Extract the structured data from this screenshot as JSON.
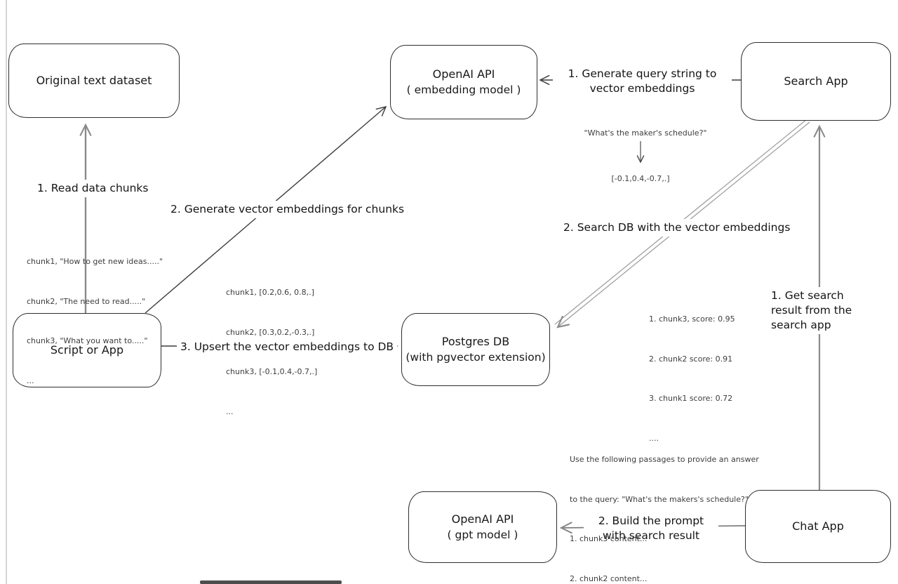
{
  "diagram": {
    "nodes": {
      "original_dataset": {
        "label": "Original text dataset"
      },
      "openai_embedding": {
        "title": "OpenAI API",
        "subtitle": "( embedding model )"
      },
      "search_app": {
        "label": "Search App"
      },
      "script_or_app": {
        "label": "Script or App"
      },
      "postgres_db": {
        "title": "Postgres DB",
        "subtitle": "(with pgvector extension)"
      },
      "openai_gpt": {
        "title": "OpenAI API",
        "subtitle": "( gpt model )"
      },
      "chat_app": {
        "label": "Chat App"
      }
    },
    "edges": {
      "read_chunks": {
        "label": "1. Read data chunks"
      },
      "generate_embeddings": {
        "label": "2. Generate vector embeddings for chunks"
      },
      "upsert_embeddings": {
        "label": "3. Upsert the vector embeddings  to DB"
      },
      "query_to_vector": {
        "label": "1. Generate query string to vector embeddings"
      },
      "search_db": {
        "label": "2. Search DB with the vector embeddings"
      },
      "get_search_result": {
        "label": "1. Get search result from the search app"
      },
      "build_prompt": {
        "label": "2. Build the prompt with search result"
      }
    },
    "annotations": {
      "chunk_texts": {
        "0": "chunk1, \"How to get new ideas.....\"",
        "1": "chunk2, \"The need to read.....\"",
        "2": "chunk3, \"What you want to.....\"",
        "3": "..."
      },
      "chunk_vectors": {
        "0": "chunk1, [0.2,0.6, 0.8,.]",
        "1": "chunk2, [0.3,0.2,-0.3,.]",
        "2": "chunk3, [-0.1,0.4,-0.7,.]",
        "3": "..."
      },
      "query_example": "\"What's the maker's schedule?\"",
      "query_vector": "[-0.1,0.4,-0.7,.]",
      "search_scores": {
        "0": "1. chunk3, score: 0.95",
        "1": "2. chunk2 score: 0.91",
        "2": "3. chunk1 score: 0.72",
        "3": "...."
      },
      "prompt_lines": {
        "0": "Use the following passages to provide an answer",
        "1": "to the query: \"What's the makers's schedule?\"",
        "2": "1. chunk3 content...",
        "3": "2. chunk2 content..."
      }
    }
  }
}
